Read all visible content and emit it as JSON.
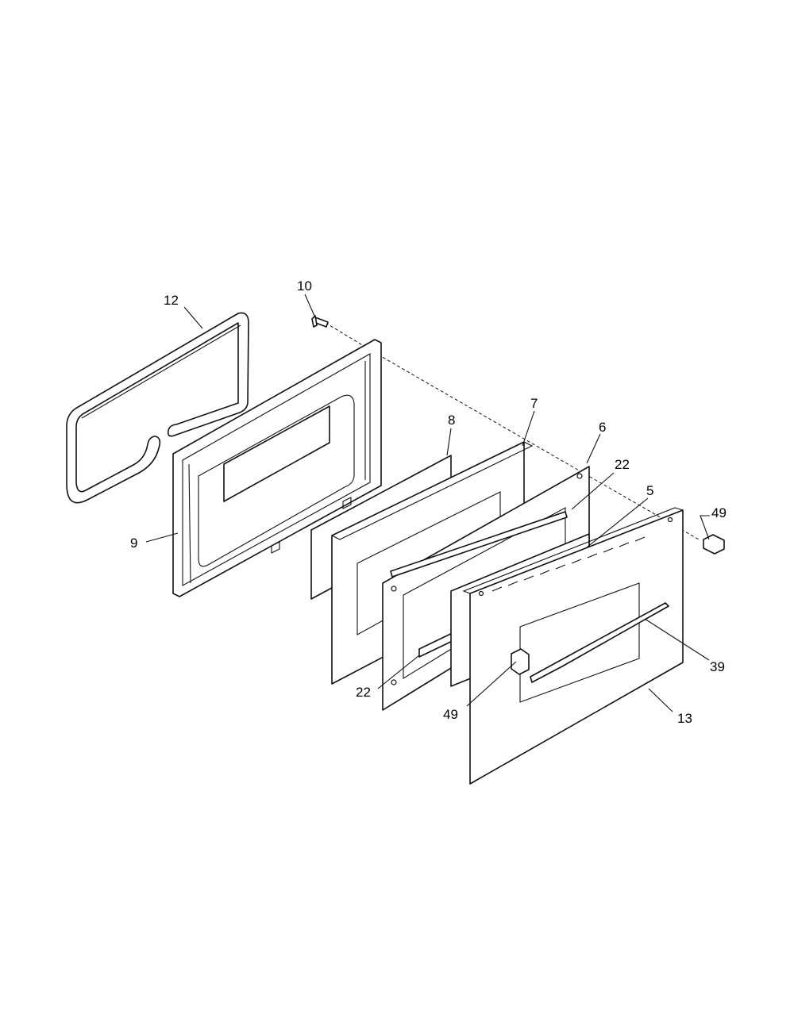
{
  "callouts": {
    "c12": "12",
    "c10": "10",
    "c9": "9",
    "c8": "8",
    "c7": "7",
    "c6": "6",
    "c22_top": "22",
    "c5": "5",
    "c49_right": "49",
    "c39": "39",
    "c13": "13",
    "c49_bottom": "49",
    "c22_bottom": "22"
  },
  "colors": {
    "line": "#111111",
    "background": "#ffffff"
  }
}
